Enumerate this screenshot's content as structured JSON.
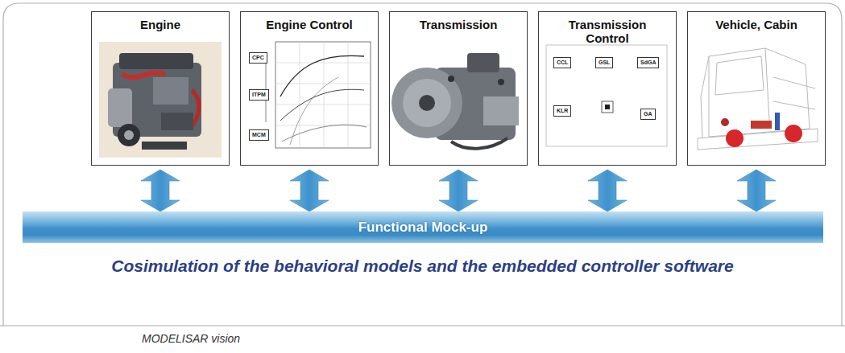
{
  "diagram": {
    "caption": "MODELISAR vision",
    "nodes": [
      {
        "text": [
          "Engine"
        ]
      },
      {
        "text": [
          "Engine Control"
        ]
      },
      {
        "text": [
          "CPC"
        ],
        "in": 1
      },
      {
        "text": [
          "ITPM"
        ],
        "in": 1
      },
      {
        "text": [
          "MCM"
        ],
        "in": 1
      },
      {
        "text": [
          "Transmission"
        ]
      },
      {
        "text": [
          "Transmission Control"
        ]
      },
      {
        "text": [
          "CCL"
        ],
        "in": 6
      },
      {
        "text": [
          "GSL"
        ],
        "in": 6
      },
      {
        "text": [
          "SdGA"
        ],
        "in": 6
      },
      {
        "text": [
          "KLR"
        ],
        "in": 6
      },
      {
        "text": [
          "GA"
        ],
        "in": 6
      },
      {
        "text": [
          "Vehicle, Cabin"
        ]
      },
      {
        "text": [
          "Functional Mock-up"
        ]
      }
    ],
    "edges": [
      {
        "from": 0,
        "to": 13,
        "arrow": "both"
      },
      {
        "from": 1,
        "to": 13,
        "arrow": "both"
      },
      {
        "from": 5,
        "to": 13,
        "arrow": "both"
      },
      {
        "from": 6,
        "to": 13,
        "arrow": "both"
      },
      {
        "from": 12,
        "to": 13,
        "arrow": "both"
      }
    ],
    "labels": [
      "Cosimulation of the behavioral models and the embedded controller software"
    ]
  }
}
